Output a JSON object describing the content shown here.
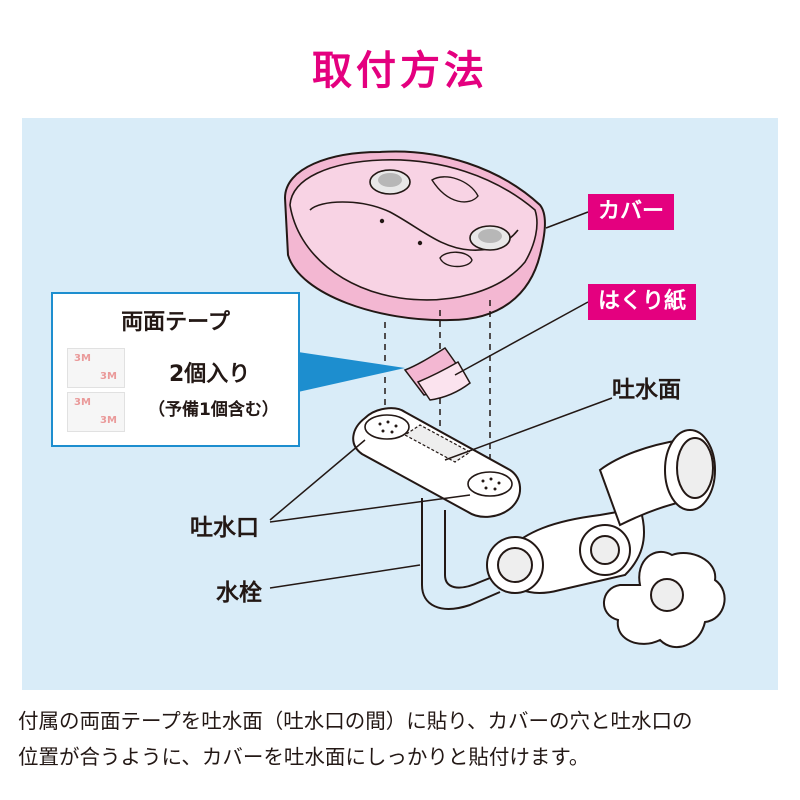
{
  "title": "取付方法",
  "labels": {
    "cover": "カバー",
    "release_paper": "はくり紙",
    "spout_surface": "吐水面",
    "spout_outlet": "吐水口",
    "faucet": "水栓"
  },
  "info_box": {
    "title": "両面テープ",
    "count": "2個入り",
    "note": "（予備1個含む）",
    "tape_brand": "3M"
  },
  "caption": {
    "line1": "付属の両面テープを吐水面（吐水口の間）に貼り、カバーの穴と吐水口の",
    "line2": "位置が合うように、カバーを吐水面にしっかりと貼付けます。"
  },
  "colors": {
    "accent": "#e4007f",
    "panel_bg": "#d9ecf8",
    "info_border": "#1d8ecf",
    "cover_fill": "#f6c6dc"
  }
}
